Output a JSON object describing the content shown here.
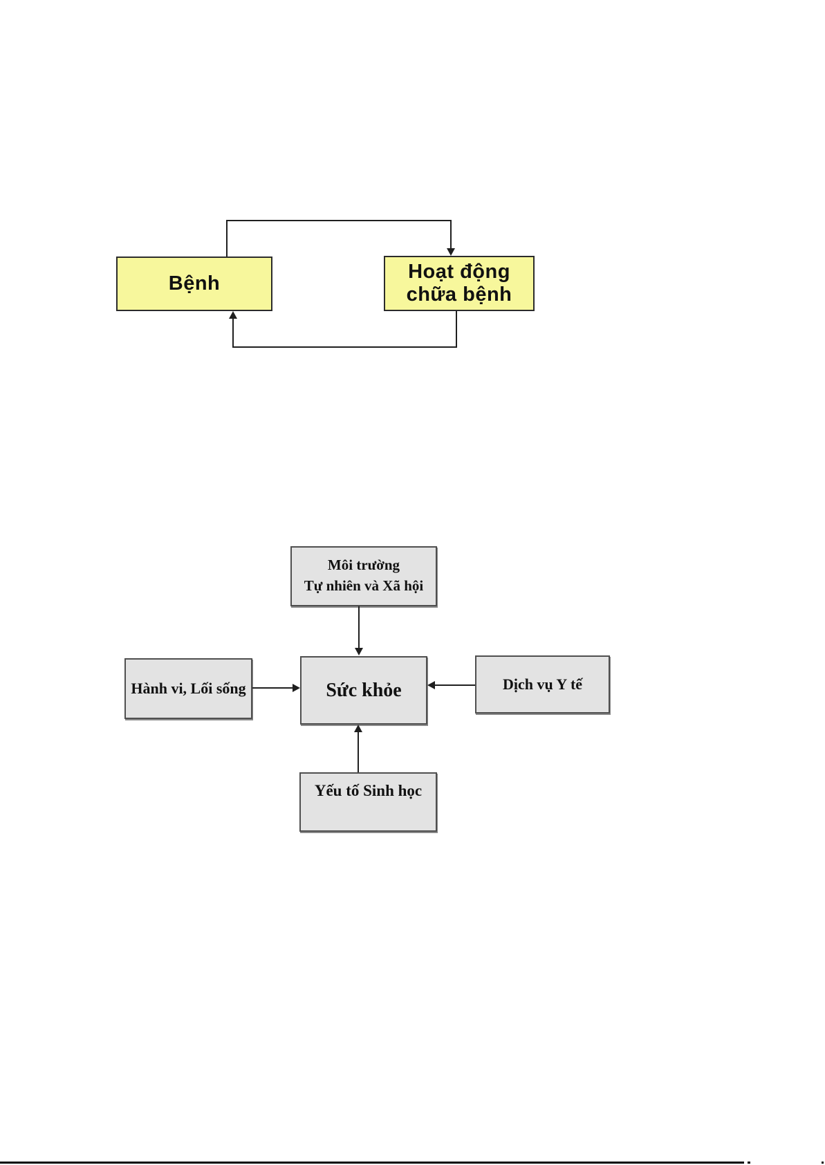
{
  "page": {
    "kind": "scanned document page with two diagrams",
    "background_color": "#ffffff",
    "bottom_rule_color": "#000000"
  },
  "disease_cycle": {
    "description": "top diagram: two yellow boxes linked by looping arrows",
    "box_fill": "#f7f79c",
    "box_border": "#2b2b2b",
    "line_color": "#1f1f1f",
    "disease_label": "Bệnh",
    "treatment_lines": [
      "Hoạt động",
      "chữa bệnh"
    ],
    "arrows": [
      "Bệnh top → Hoạt động chữa bệnh top",
      "Hoạt động chữa bệnh bottom → Bệnh bottom"
    ]
  },
  "health_determinants": {
    "description": "bottom diagram: four gray factor boxes pointing into central health box",
    "box_fill": "#e3e3e3",
    "box_border": "#4f4f4f",
    "line_color": "#1f1f1f",
    "center_label": "Sức khỏe",
    "top_lines": [
      "Môi trường",
      "Tự nhiên và Xã hội"
    ],
    "left_label": "Hành vi, Lối sống",
    "right_label": "Dịch vụ Y tế",
    "bottom_label": "Yếu tố Sinh học",
    "arrows": [
      "Môi trường Tự nhiên và Xã hội → Sức khỏe",
      "Hành vi, Lối sống → Sức khỏe",
      "Dịch vụ Y tế → Sức khỏe",
      "Yếu tố Sinh học → Sức khỏe"
    ]
  }
}
